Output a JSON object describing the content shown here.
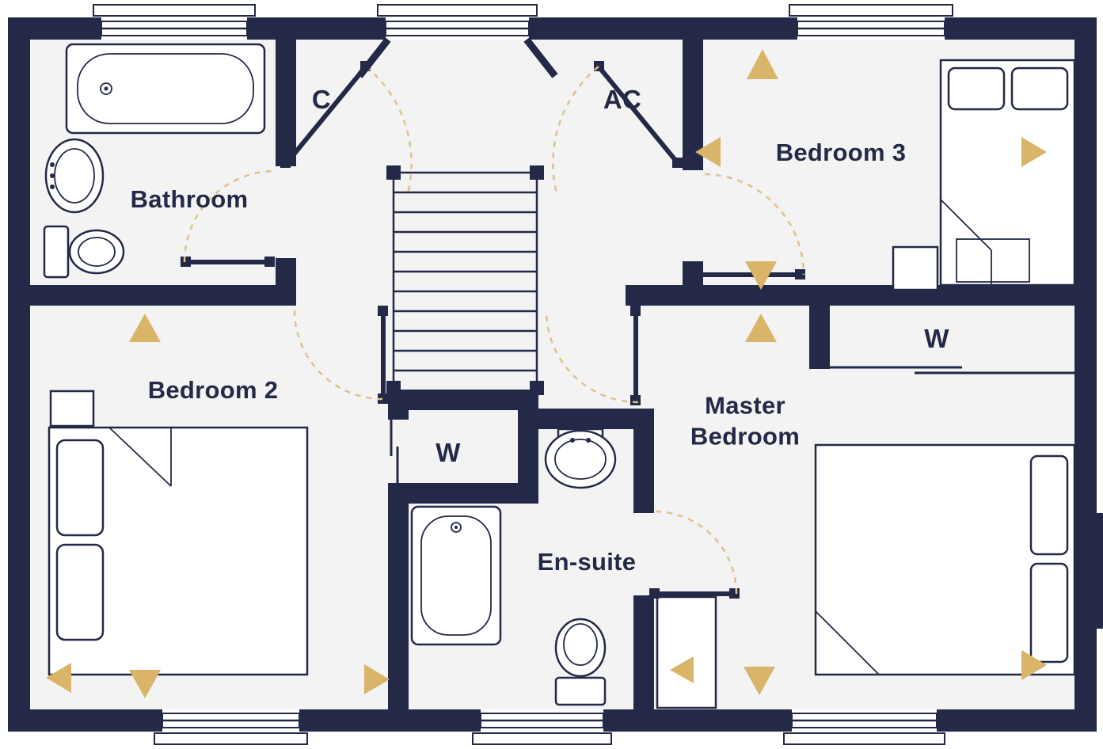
{
  "plan": {
    "rooms": {
      "bathroom": {
        "label": "Bathroom"
      },
      "closet": {
        "label": "C"
      },
      "airing_cupboard": {
        "label": "AC"
      },
      "bedroom3": {
        "label": "Bedroom 3"
      },
      "bedroom2": {
        "label": "Bedroom 2"
      },
      "wardrobe_landing": {
        "label": "W"
      },
      "master_bedroom": {
        "label": "Master Bedroom"
      },
      "wardrobe_master": {
        "label": "W"
      },
      "ensuite": {
        "label": "En-suite"
      }
    },
    "colors": {
      "wall": "#232946",
      "floor": "#f3f3f4",
      "arrow": "#d9b469",
      "door_arc": "#e0c18a",
      "fixture_fill": "#ffffff"
    },
    "fixtures": [
      "bathtub",
      "pedestal-sink",
      "toilet",
      "double-bed",
      "single-bed",
      "staircase",
      "wardrobe-sliding-doors",
      "cupboard",
      "window",
      "door-swing-arc",
      "direction-arrow"
    ]
  }
}
